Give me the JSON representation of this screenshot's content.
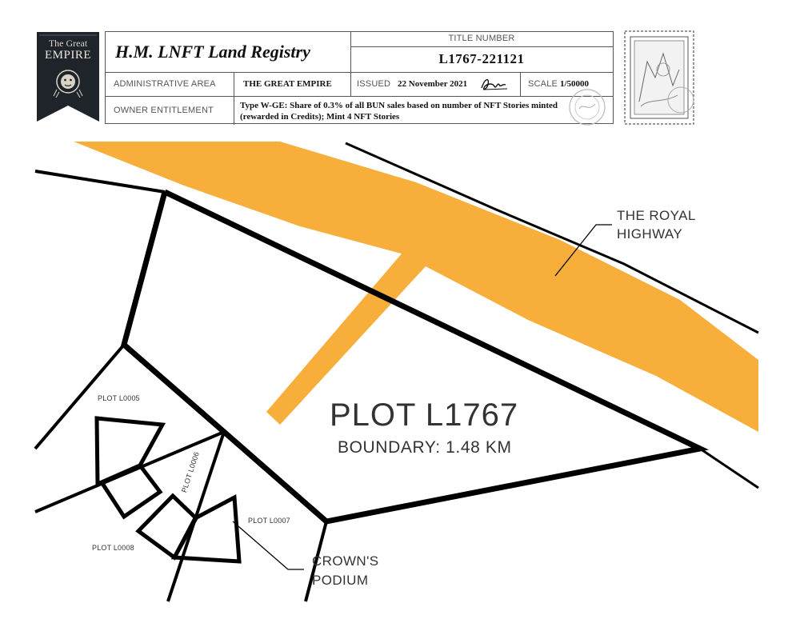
{
  "badge": {
    "small_text": "The Great",
    "main_text": "EMPIRE",
    "crest_icon": "lion-crest-icon",
    "color": "#1f242b"
  },
  "header": {
    "registry_title": "H.M. LNFT Land Registry",
    "title_number_label": "TITLE NUMBER",
    "title_number": "L1767-221121",
    "admin_area_label": "ADMINISTRATIVE AREA",
    "admin_area_value": "THE GREAT EMPIRE",
    "issued_label": "ISSUED",
    "issued_value": "22 November 2021",
    "scale_label": "SCALE",
    "scale_value": "1/50000",
    "owner_label": "OWNER ENTITLEMENT",
    "owner_line1": "Type W-GE: Share of 0.3% of all BUN sales based on number of NFT Stories minted",
    "owner_line2": "(rewarded in Credits); Mint 4 NFT Stories"
  },
  "stamp": {
    "icon": "postage-stamp-icon"
  },
  "map": {
    "plot_title": "PLOT L1767",
    "boundary": "BOUNDARY: 1.48 KM",
    "road_label_line1": "THE ROYAL",
    "road_label_line2": "HIGHWAY",
    "podium_line1": "CROWN'S",
    "podium_line2": "PODIUM",
    "plot_l0005": "PLOT L0005",
    "plot_l0006": "PLOT L0006",
    "plot_l0007": "PLOT L0007",
    "plot_l0008": "PLOT L0008",
    "road_color": "#f7ae3b",
    "line_color": "#000000"
  }
}
